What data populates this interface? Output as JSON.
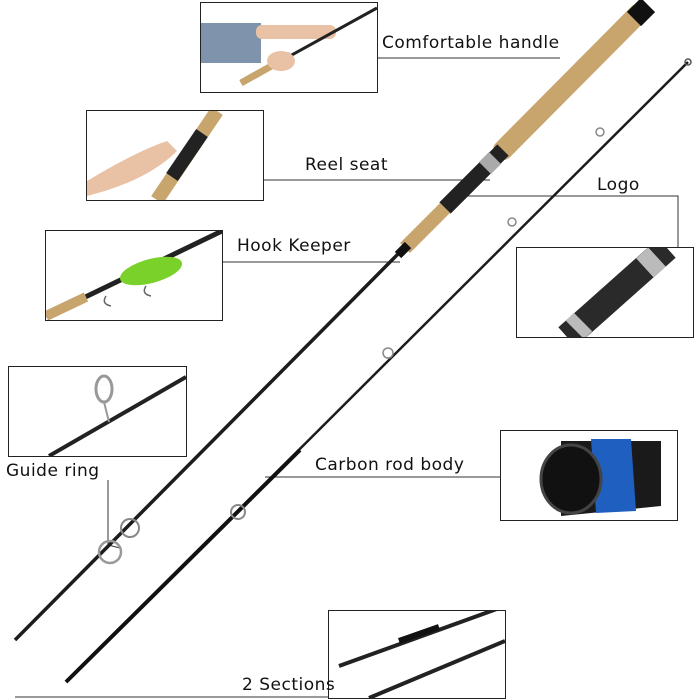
{
  "labels": {
    "handle": "Comfortable handle",
    "reel_seat": "Reel seat",
    "logo": "Logo",
    "hook_keeper": "Hook Keeper",
    "guide_ring": "Guide ring",
    "carbon_body": "Carbon  rod body",
    "sections": "2 Sections"
  },
  "colors": {
    "cork": "#c9a56e",
    "blank": "#1c1c1c",
    "accent_blue": "#1e5fc0",
    "lure_green": "#7ad12a"
  }
}
